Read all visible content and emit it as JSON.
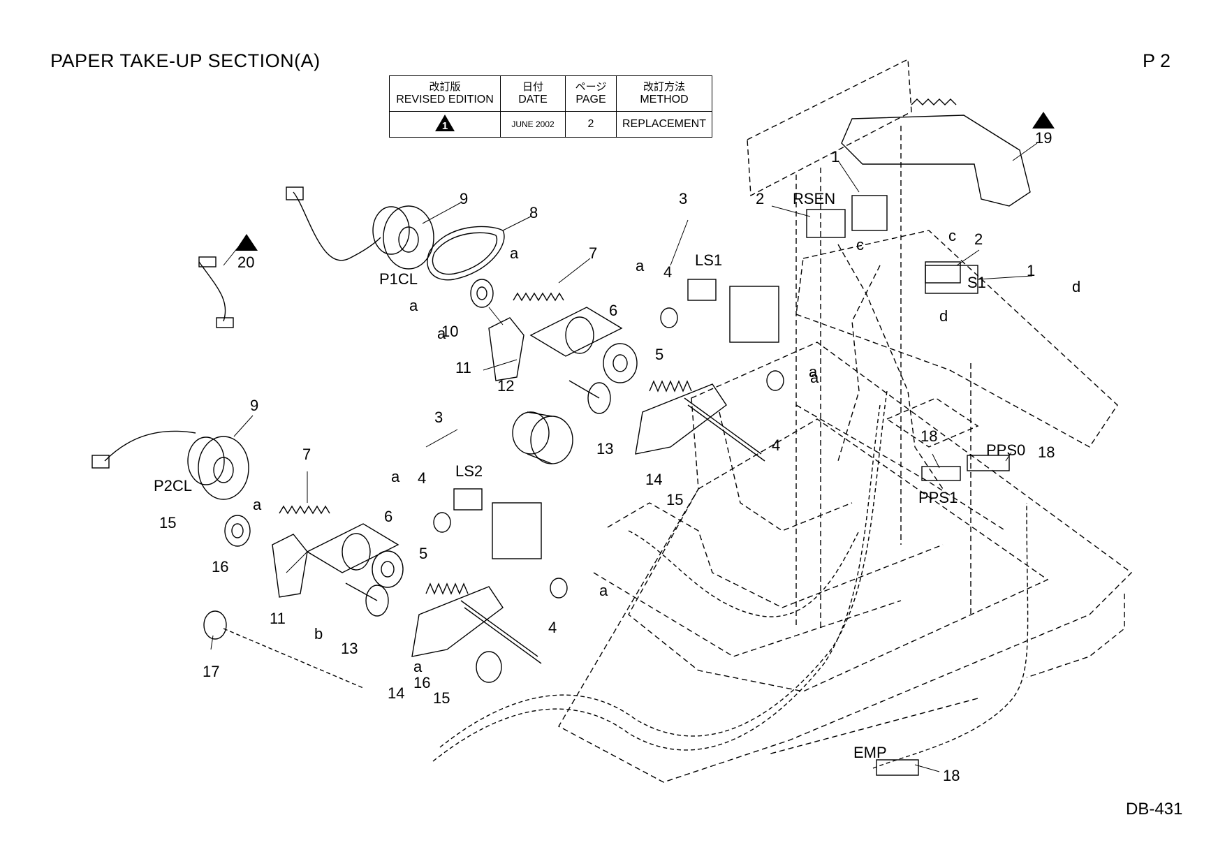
{
  "header": {
    "title": "PAPER TAKE-UP SECTION(A)",
    "page": "P 2"
  },
  "footer": {
    "code": "DB-431"
  },
  "revision_table": {
    "headers": [
      {
        "jp": "改訂版",
        "en": "REVISED EDITION"
      },
      {
        "jp": "日付",
        "en": "DATE"
      },
      {
        "jp": "ページ",
        "en": "PAGE"
      },
      {
        "jp": "改訂方法",
        "en": "METHOD"
      }
    ],
    "row": {
      "edition_mark": "1",
      "date": "JUNE 2002",
      "page": "2",
      "method": "REPLACEMENT"
    }
  },
  "revision_markers": [
    "1",
    "1"
  ],
  "part_labels": {
    "l1": "1",
    "l1b": "1",
    "l2": "2",
    "l2b": "2",
    "l3": "3",
    "l3b": "3",
    "l4a": "4",
    "l4b": "4",
    "l4c": "4",
    "l4d": "4",
    "l5a": "5",
    "l5b": "5",
    "l6a": "6",
    "l6b": "6",
    "l7a": "7",
    "l7b": "7",
    "l8": "8",
    "l9a": "9",
    "l9b": "9",
    "l10": "10",
    "l11a": "11",
    "l11b": "11",
    "l12": "12",
    "l13a": "13",
    "l13b": "13",
    "l14a": "14",
    "l14b": "14",
    "l15a": "15",
    "l15b": "15",
    "l15c": "15",
    "l16a": "16",
    "l16b": "16",
    "l17": "17",
    "l18a": "18",
    "l18b": "18",
    "l18c": "18",
    "l19": "19",
    "l20": "20",
    "a1": "a",
    "a2": "a",
    "a3": "a",
    "a4": "a",
    "a5": "a",
    "a6": "a",
    "a7": "a",
    "a8": "a",
    "a9": "a",
    "a10": "a",
    "b": "b",
    "c1": "c",
    "c2": "c",
    "d1": "d",
    "d2": "d"
  },
  "signal_labels": {
    "p1cl": "P1CL",
    "p2cl": "P2CL",
    "ls1": "LS1",
    "ls2": "LS2",
    "rsen": "RSEN",
    "s1": "S1",
    "pps0": "PPS0",
    "pps1": "PPS1",
    "emp": "EMP"
  }
}
